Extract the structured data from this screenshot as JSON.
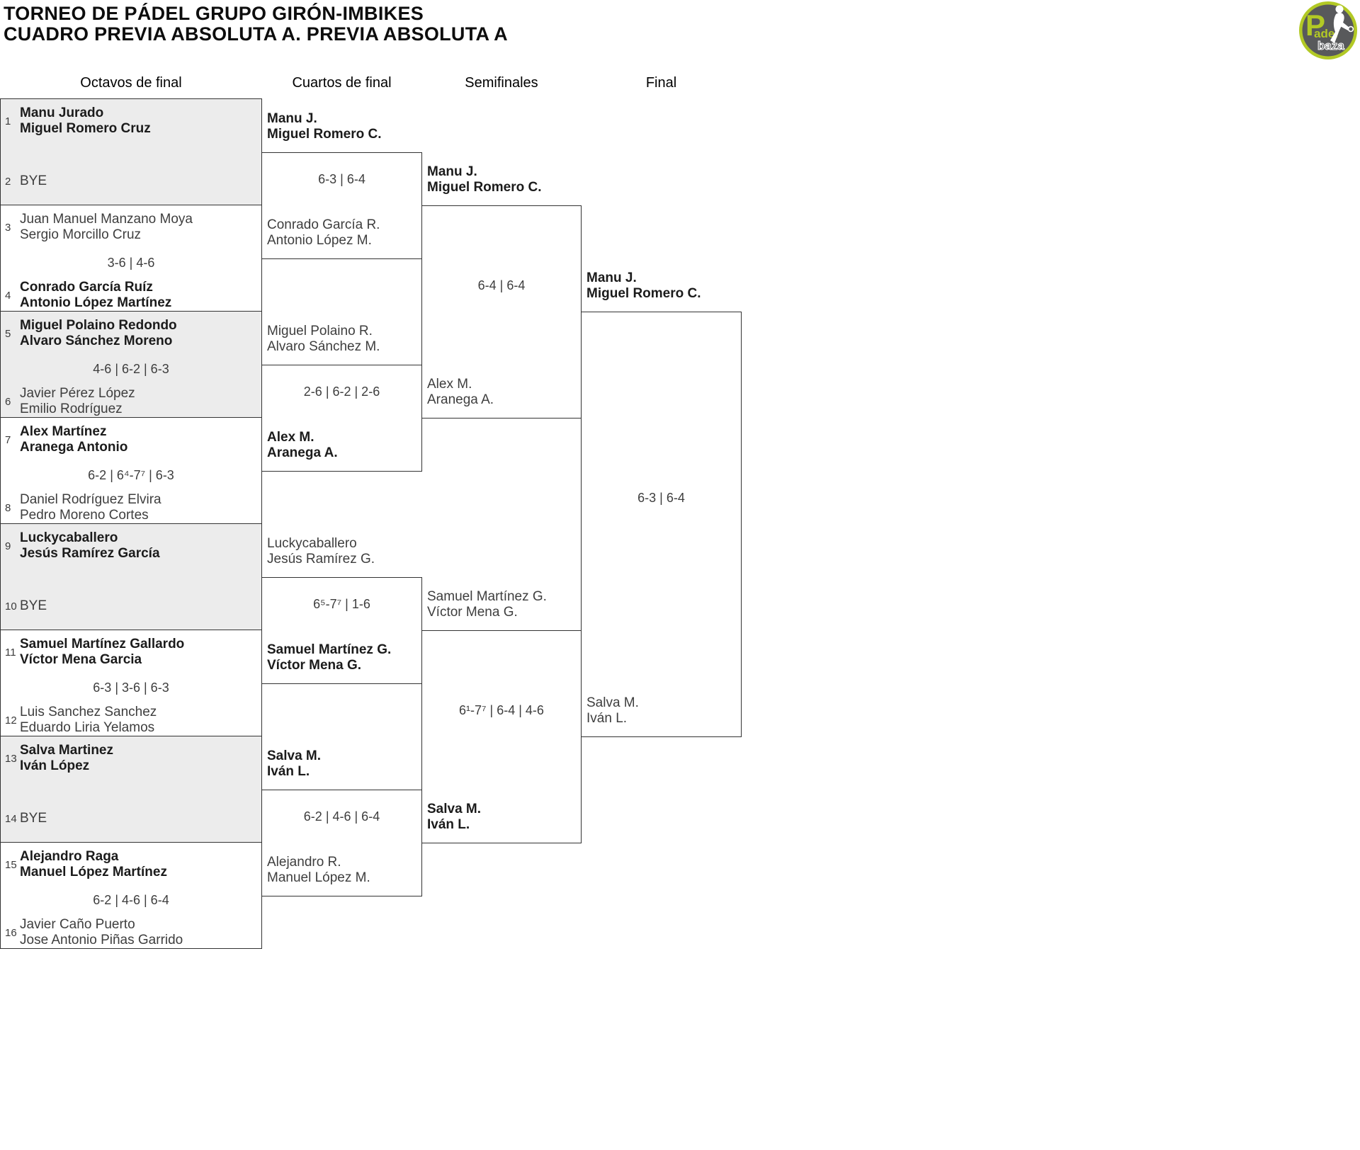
{
  "title": {
    "line1": "TORNEO DE PÁDEL GRUPO GIRÓN-IMBIKES",
    "line2": "CUADRO PREVIA ABSOLUTA A. PREVIA ABSOLUTA A"
  },
  "logo": {
    "p": "P",
    "adel": "adel",
    "baza": "baza",
    "colors": {
      "lime": "#b2c925",
      "dark": "#58595b",
      "white": "#ffffff"
    }
  },
  "rounds": {
    "octavos": "Octavos de final",
    "cuartos": "Cuartos de final",
    "semifinales": "Semifinales",
    "final": "Final"
  },
  "octavos": {
    "m1": {
      "seed_a": "1",
      "a1": "Manu Jurado",
      "a2": "Miguel Romero Cruz",
      "seed_b": "2",
      "b1": "BYE"
    },
    "m2": {
      "seed_a": "3",
      "a1": "Juan Manuel Manzano Moya",
      "a2": "Sergio Morcillo Cruz",
      "score": "3-6 | 4-6",
      "seed_b": "4",
      "b1": "Conrado García Ruíz",
      "b2": "Antonio López Martínez"
    },
    "m3": {
      "seed_a": "5",
      "a1": "Miguel Polaino Redondo",
      "a2": "Alvaro Sánchez Moreno",
      "score": "4-6 | 6-2 | 6-3",
      "seed_b": "6",
      "b1": "Javier Pérez López",
      "b2": "Emilio Rodríguez"
    },
    "m4": {
      "seed_a": "7",
      "a1": "Alex Martínez",
      "a2": "Aranega Antonio",
      "score": "6-2 | 6⁴-7⁷ | 6-3",
      "seed_b": "8",
      "b1": "Daniel Rodríguez Elvira",
      "b2": "Pedro Moreno Cortes"
    },
    "m5": {
      "seed_a": "9",
      "a1": "Luckycaballero",
      "a2": "Jesús Ramírez García",
      "seed_b": "10",
      "b1": "BYE"
    },
    "m6": {
      "seed_a": "11",
      "a1": "Samuel Martínez Gallardo",
      "a2": "Víctor Mena Garcia",
      "score": "6-3 | 3-6 | 6-3",
      "seed_b": "12",
      "b1": "Luis Sanchez Sanchez",
      "b2": "Eduardo Liria Yelamos"
    },
    "m7": {
      "seed_a": "13",
      "a1": "Salva Martinez",
      "a2": "Iván López",
      "seed_b": "14",
      "b1": "BYE"
    },
    "m8": {
      "seed_a": "15",
      "a1": "Alejandro Raga",
      "a2": "Manuel López Martínez",
      "score": "6-2 | 4-6 | 6-4",
      "seed_b": "16",
      "b1": "Javier Caño Puerto",
      "b2": "Jose Antonio Piñas Garrido"
    }
  },
  "cuartos": {
    "m1": {
      "a1": "Manu J.",
      "a2": "Miguel Romero C.",
      "score": "6-3 | 6-4",
      "b1": "Conrado García R.",
      "b2": "Antonio López M."
    },
    "m2": {
      "a1": "Miguel Polaino R.",
      "a2": "Alvaro Sánchez M.",
      "score": "2-6 | 6-2 | 2-6",
      "b1": "Alex M.",
      "b2": "Aranega A."
    },
    "m3": {
      "a1": "Luckycaballero",
      "a2": "Jesús Ramírez G.",
      "score": "6⁵-7⁷ | 1-6",
      "b1": "Samuel Martínez G.",
      "b2": "Víctor Mena G."
    },
    "m4": {
      "a1": "Salva M.",
      "a2": "Iván L.",
      "score": "6-2 | 4-6 | 6-4",
      "b1": "Alejandro R.",
      "b2": "Manuel López M."
    }
  },
  "semifinales": {
    "m1": {
      "a1": "Manu J.",
      "a2": "Miguel Romero C.",
      "score": "6-4 | 6-4",
      "b1": "Alex M.",
      "b2": "Aranega A."
    },
    "m2": {
      "a1": "Samuel Martínez G.",
      "a2": "Víctor Mena G.",
      "score": "6¹-7⁷ | 6-4 | 4-6",
      "b1": "Salva M.",
      "b2": "Iván L."
    }
  },
  "final": {
    "m1": {
      "a1": "Manu J.",
      "a2": "Miguel Romero C.",
      "score": "6-3 | 6-4",
      "b1": "Salva M.",
      "b2": "Iván L."
    }
  }
}
